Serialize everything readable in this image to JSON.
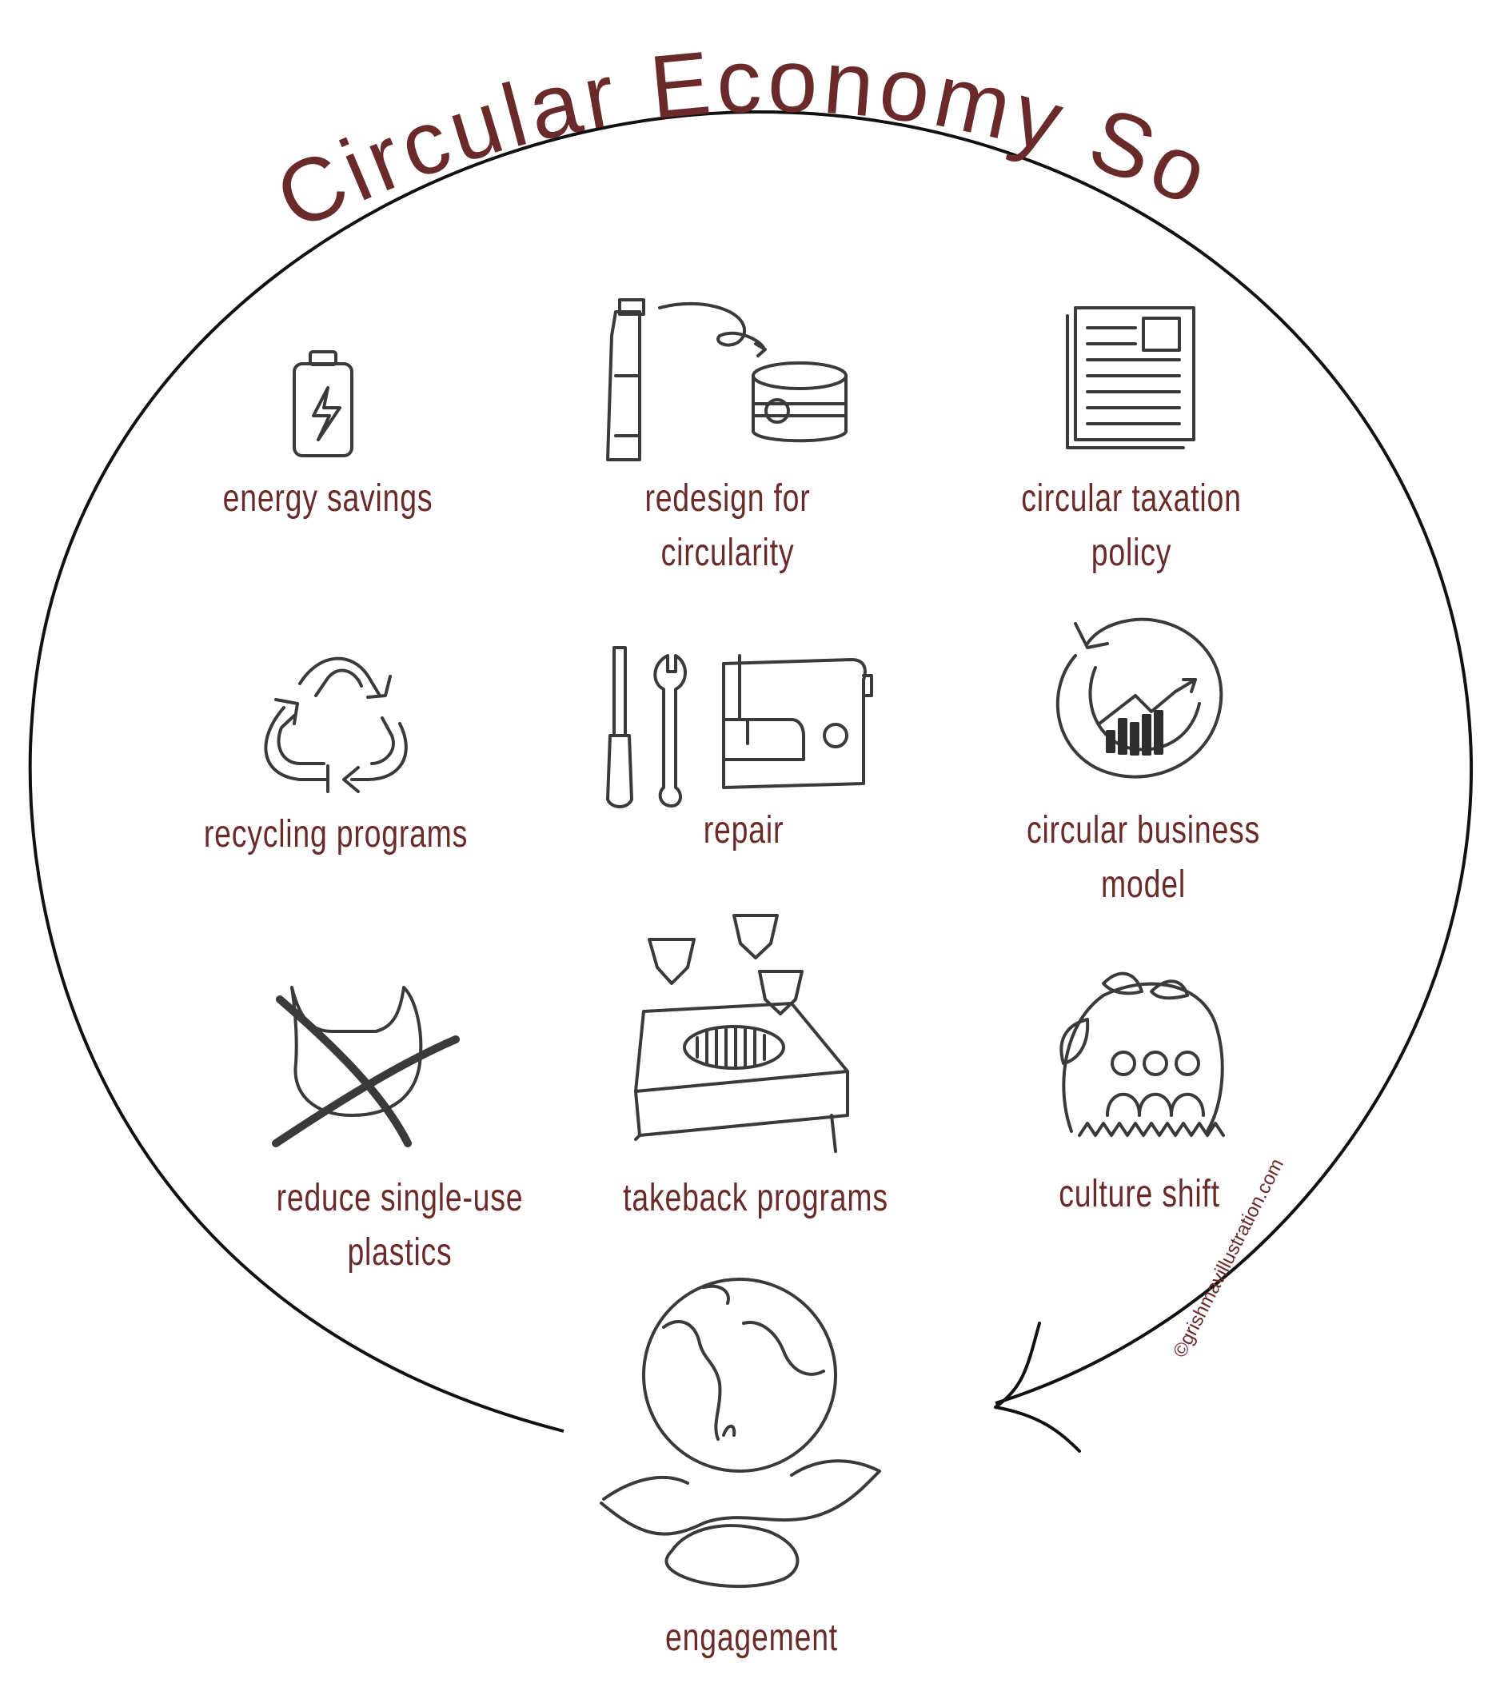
{
  "title": "Circular Economy Solutions",
  "colors": {
    "accent": "#6a2a2a",
    "ink": "#1a1a1a",
    "icon": "#3a3a3a",
    "background": "#ffffff"
  },
  "items": [
    {
      "label": "energy savings",
      "icon": "battery-icon"
    },
    {
      "label": "redesign for\ncircularity",
      "icon": "tube-to-jar-icon"
    },
    {
      "label": "circular taxation\npolicy",
      "icon": "document-icon"
    },
    {
      "label": "recycling programs",
      "icon": "recycle-icon"
    },
    {
      "label": "repair",
      "icon": "tools-sewing-machine-icon"
    },
    {
      "label": "circular business\nmodel",
      "icon": "growth-cycle-icon"
    },
    {
      "label": "reduce single-use\nplastics",
      "icon": "crossed-bag-icon"
    },
    {
      "label": "takeback programs",
      "icon": "capsule-bin-icon"
    },
    {
      "label": "culture shift",
      "icon": "community-icon"
    },
    {
      "label": "engagement",
      "icon": "globe-handshake-icon"
    }
  ],
  "credit": "©grishmavillustration.com"
}
